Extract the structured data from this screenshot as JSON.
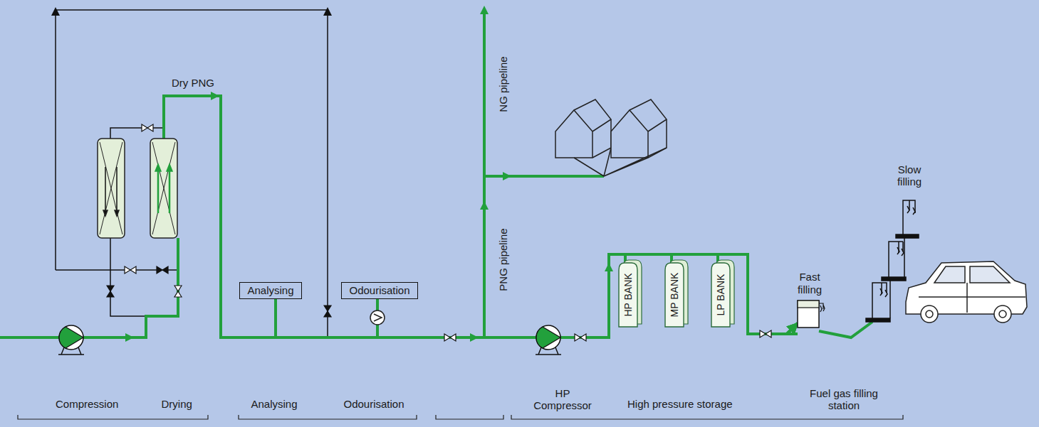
{
  "diagram": {
    "nodes": [
      {
        "text": [
          "Analysing"
        ]
      },
      {
        "text": [
          "Odourisation"
        ]
      },
      {
        "text": [
          "HP BANK"
        ]
      },
      {
        "text": [
          "MP BANK"
        ]
      },
      {
        "text": [
          "LP BANK"
        ]
      },
      {
        "text": [
          "Fast filling"
        ]
      }
    ],
    "edges": [
      {
        "from": 2,
        "to": 5,
        "arrow": "to"
      },
      {
        "from": 3,
        "to": 5,
        "arrow": "to"
      },
      {
        "from": 4,
        "to": 5,
        "arrow": "to"
      }
    ],
    "labels": [
      "Dry PNG",
      "NG pipeline",
      "PNG pipeline",
      "Slow filling",
      "Compression",
      "Drying",
      "Analysing",
      "Odourisation",
      "HP Compressor",
      "High pressure storage",
      "Fuel gas filling station"
    ]
  }
}
